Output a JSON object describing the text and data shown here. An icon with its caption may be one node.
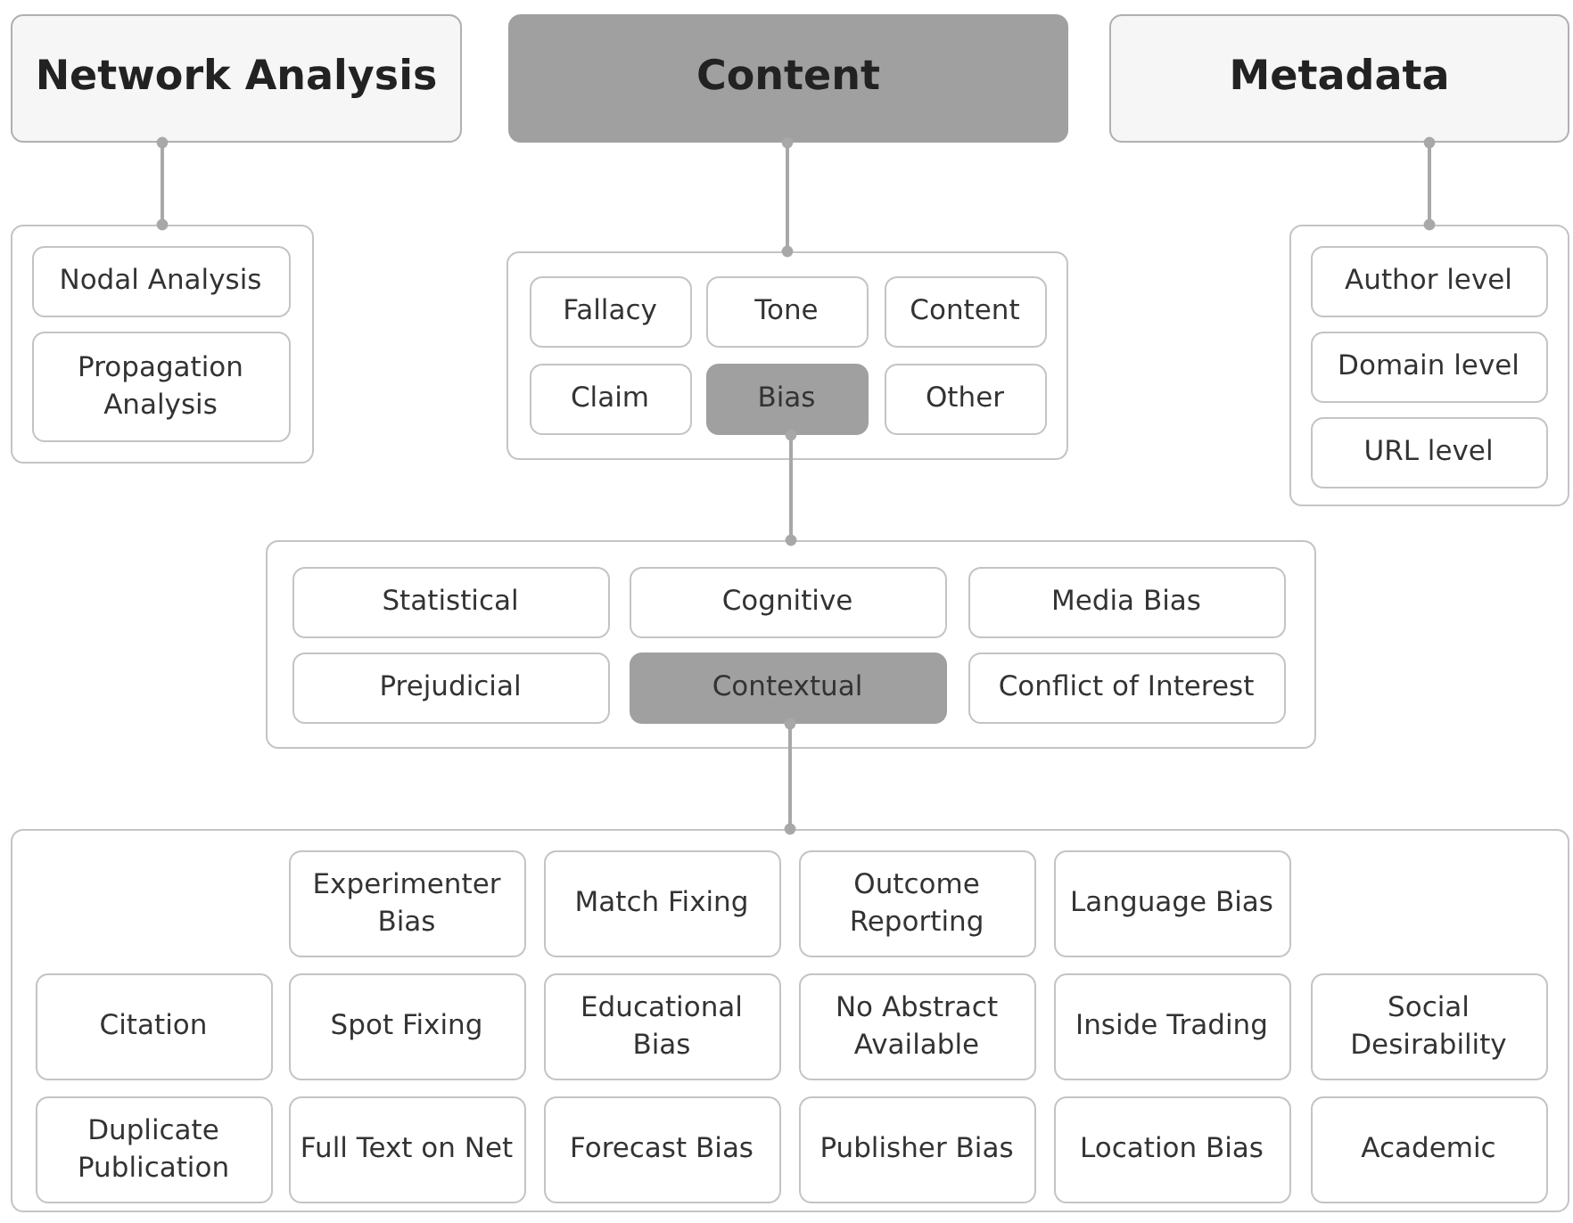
{
  "diagram": {
    "nodes": [
      {
        "text": [
          "Network Analysis"
        ]
      },
      {
        "text": [
          "Content"
        ]
      },
      {
        "text": [
          "Metadata"
        ]
      },
      {
        "text": [],
        "shape": "box"
      },
      {
        "text": [
          "Nodal Analysis"
        ],
        "in": 3
      },
      {
        "text": [
          "Propagation Analysis"
        ],
        "in": 3
      },
      {
        "text": [],
        "shape": "box"
      },
      {
        "text": [
          "Fallacy"
        ],
        "in": 6
      },
      {
        "text": [
          "Tone"
        ],
        "in": 6
      },
      {
        "text": [
          "Content"
        ],
        "in": 6
      },
      {
        "text": [
          "Claim"
        ],
        "in": 6
      },
      {
        "text": [
          "Bias"
        ],
        "in": 6
      },
      {
        "text": [
          "Other"
        ],
        "in": 6
      },
      {
        "text": [],
        "shape": "box"
      },
      {
        "text": [
          "Author level"
        ],
        "in": 13
      },
      {
        "text": [
          "Domain level"
        ],
        "in": 13
      },
      {
        "text": [
          "URL level"
        ],
        "in": 13
      },
      {
        "text": [],
        "shape": "box"
      },
      {
        "text": [
          "Statistical"
        ],
        "in": 17
      },
      {
        "text": [
          "Cognitive"
        ],
        "in": 17
      },
      {
        "text": [
          "Media Bias"
        ],
        "in": 17
      },
      {
        "text": [
          "Prejudicial"
        ],
        "in": 17
      },
      {
        "text": [
          "Contextual"
        ],
        "in": 17
      },
      {
        "text": [
          "Conflict of Interest"
        ],
        "in": 17
      },
      {
        "text": [],
        "shape": "box"
      },
      {
        "text": [
          "Experimenter Bias"
        ],
        "in": 24
      },
      {
        "text": [
          "Match Fixing"
        ],
        "in": 24
      },
      {
        "text": [
          "Outcome Reporting"
        ],
        "in": 24
      },
      {
        "text": [
          "Language Bias"
        ],
        "in": 24
      },
      {
        "text": [
          "Citation"
        ],
        "in": 24
      },
      {
        "text": [
          "Spot Fixing"
        ],
        "in": 24
      },
      {
        "text": [
          "Educational Bias"
        ],
        "in": 24
      },
      {
        "text": [
          "No Abstract Available"
        ],
        "in": 24
      },
      {
        "text": [
          "Inside Trading"
        ],
        "in": 24
      },
      {
        "text": [
          "Social Desirability"
        ],
        "in": 24
      },
      {
        "text": [
          "Duplicate Publication"
        ],
        "in": 24
      },
      {
        "text": [
          "Full Text on Net"
        ],
        "in": 24
      },
      {
        "text": [
          "Forecast Bias"
        ],
        "in": 24
      },
      {
        "text": [
          "Publisher Bias"
        ],
        "in": 24
      },
      {
        "text": [
          "Location Bias"
        ],
        "in": 24
      },
      {
        "text": [
          "Academic"
        ],
        "in": 24
      }
    ],
    "edges": [
      {
        "from": 0,
        "to": 3,
        "arrow": "other"
      },
      {
        "from": 1,
        "to": 6,
        "arrow": "other"
      },
      {
        "from": 2,
        "to": 13,
        "arrow": "other"
      },
      {
        "from": 11,
        "to": 17,
        "arrow": "other"
      },
      {
        "from": 22,
        "to": 24,
        "arrow": "other"
      }
    ]
  }
}
